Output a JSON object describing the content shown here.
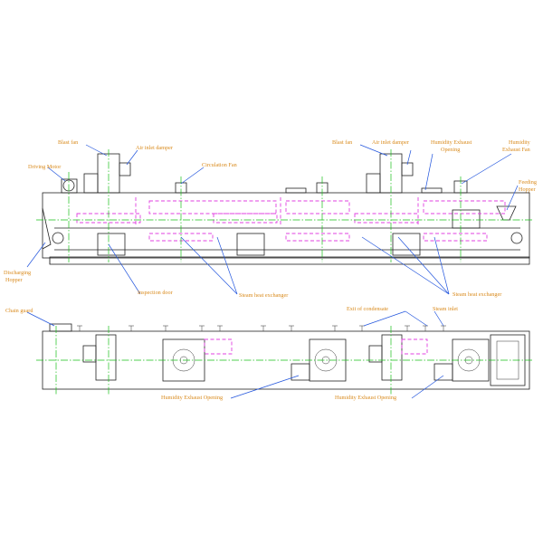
{
  "diagram": {
    "labels": {
      "blast_fan_1": "Blast fan",
      "air_inlet_damper_1": "Air inlet damper",
      "driving_motor": "Driving Motor",
      "circulation_fan": "Circulation Fan",
      "blast_fan_2": "Blast fan",
      "air_inlet_damper_2": "Air inlet damper",
      "humidity_exhaust_opening_1": "Humidity Exhaust",
      "humidity_exhaust_opening_2": "Opening",
      "humidity_exhaust_fan_1": "Humidity",
      "humidity_exhaust_fan_2": "Exhaust Fan",
      "feeding_hopper_1": "Feeding",
      "feeding_hopper_2": "Hopper",
      "discharging_hopper_1": "Discharging",
      "discharging_hopper_2": "Hopper",
      "inspection_door": "Inspection door",
      "steam_heat_exchanger_1": "Steam heat exchanger",
      "steam_heat_exchanger_2": "Steam heat exchanger",
      "chain_guard": "Chain guard",
      "exit_of_condensate": "Exit of condensate",
      "steam_inlet": "Steam inlet",
      "humidity_exhaust_opening_bottom_1": "Humidity Exhaust Opening",
      "humidity_exhaust_opening_bottom_2": "Humidity Exhaust Opening"
    },
    "colors": {
      "label_text": "#d98a1c",
      "leader_lines": "#2255dd",
      "outline": "#222222",
      "hidden_lines": "#e040e0",
      "center_lines": "#19c019"
    }
  }
}
